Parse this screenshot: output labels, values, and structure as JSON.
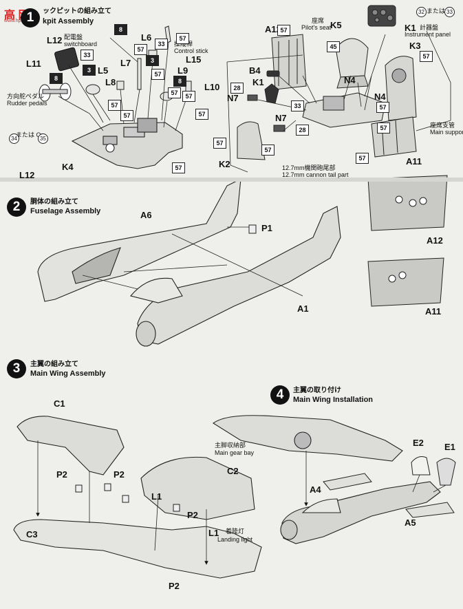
{
  "header": {
    "logo": "高 网",
    "logo_sub": "www.hpbm.net",
    "step1_title_jp": "ックピットの組み立て",
    "step1_title_en": "kpit Assembly"
  },
  "step1": {
    "number": "1",
    "parts": {
      "L12_switch_code": "L12",
      "L12_switch_jp": "配電盤",
      "L12_switch_en": "switchboard",
      "L11": "L11",
      "rudder_jp": "方向舵ペダル",
      "rudder_en": "Rudder pedals",
      "L5": "L5",
      "L8": "L8",
      "L7": "L7",
      "L6": "L6",
      "control_jp": "操縦桿",
      "control_en": "Control stick",
      "L15": "L15",
      "L9": "L9",
      "L10": "L10",
      "K4": "K4",
      "L12_bottom": "L12",
      "A12": "A12",
      "K5": "K5",
      "pilot_seat_jp": "座席",
      "pilot_seat_en": "Pilot's seat",
      "K1_top": "K1",
      "instrument_jp": "計器盤",
      "instrument_en": "Instrument panel",
      "K3": "K3",
      "B4": "B4",
      "K1": "K1",
      "N7a": "N7",
      "N7b": "N7",
      "N4a": "N4",
      "N4b": "N4",
      "main_support_jp": "座席支管",
      "main_support_en": "Main support pipe",
      "K2": "K2",
      "A11": "A11",
      "cannon_jp": "12.7mm機関砲尾部",
      "cannon_en": "12.7mm cannon tail part",
      "or_a": "または Or",
      "or_b": "または Or"
    },
    "paints": [
      "33",
      "3",
      "33",
      "57",
      "8",
      "8",
      "57",
      "57",
      "57",
      "57",
      "57",
      "8",
      "57",
      "57",
      "57",
      "3",
      "57",
      "57",
      "45",
      "28",
      "33",
      "28",
      "57",
      "57",
      "57",
      "57",
      "57"
    ],
    "circles": [
      "34",
      "35",
      "32",
      "33"
    ]
  },
  "step2": {
    "number": "2",
    "title_jp": "胴体の組み立て",
    "title_en": "Fuselage Assembly",
    "parts": {
      "A6": "A6",
      "P1": "P1",
      "A1": "A1",
      "A12": "A12",
      "A11": "A11"
    }
  },
  "step3": {
    "number": "3",
    "title_jp": "主翼の組み立て",
    "title_en": "Main Wing Assembly",
    "parts": {
      "C1": "C1",
      "C2": "C2",
      "C3": "C3",
      "P2a": "P2",
      "P2b": "P2",
      "P2c": "P2",
      "P2d": "P2",
      "L1a": "L1",
      "L1b": "L1",
      "landing_jp": "着陸灯",
      "landing_en": "Landing light"
    }
  },
  "step4": {
    "number": "4",
    "title_jp": "主翼の取り付け",
    "title_en": "Main Wing Installation",
    "parts": {
      "gear_jp": "主脚収納部",
      "gear_en": "Main gear bay",
      "E2": "E2",
      "E1": "E1",
      "A4": "A4",
      "A5": "A5"
    }
  }
}
